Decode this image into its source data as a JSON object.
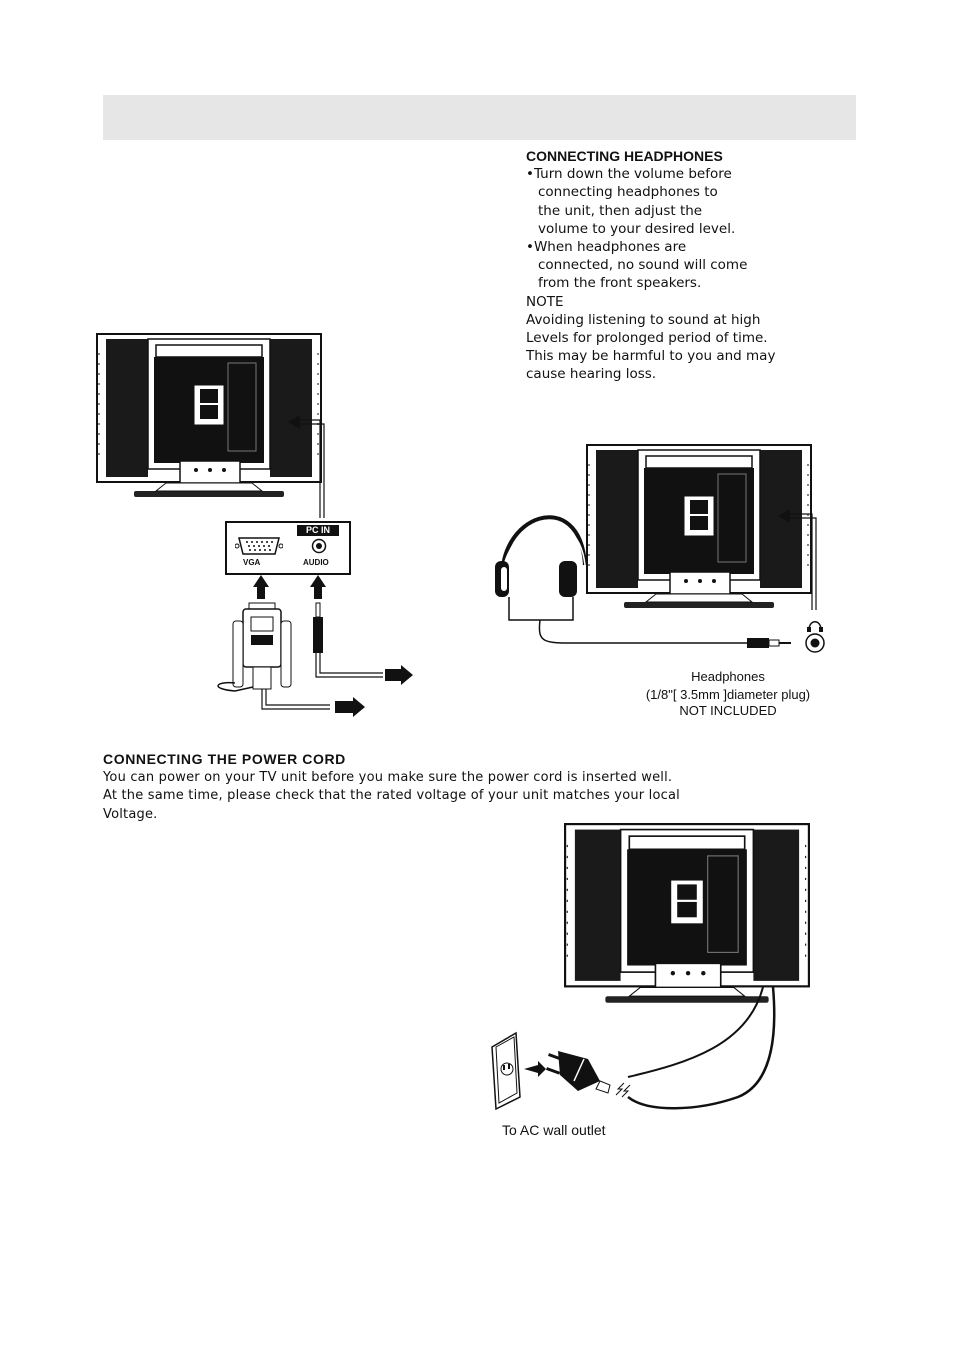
{
  "headphones": {
    "title": "CONNECTING HEADPHONES",
    "bullet1_line1": "•Turn down the volume before",
    "bullet1_line2": "connecting headphones to",
    "bullet1_line3": "the unit, then adjust the",
    "bullet1_line4": "volume to your desired level.",
    "bullet2_line1": "•When headphones are",
    "bullet2_line2": "connected, no sound will come",
    "bullet2_line3": "from the front speakers.",
    "note_label": "NOTE",
    "note_line1": "Avoiding listening to sound at high",
    "note_line2": "Levels for prolonged period of time.",
    "note_line3": "This may be harmful to you and may",
    "note_line4": "cause hearing loss.",
    "caption_line1": "Headphones",
    "caption_line2": "(1/8\"[ 3.5mm ]diameter plug)",
    "caption_line3": "NOT INCLUDED"
  },
  "pc_panel": {
    "header": "PC IN",
    "vga_label": "VGA",
    "audio_label": "AUDIO"
  },
  "power": {
    "title": "CONNECTING THE POWER CORD",
    "line1": "You can power on your TV unit before you make sure the power cord is inserted well.",
    "line2": "At the same time, please check that the rated voltage of your unit matches your local",
    "line3": "Voltage.",
    "outlet_caption": "To  AC wall outlet"
  }
}
